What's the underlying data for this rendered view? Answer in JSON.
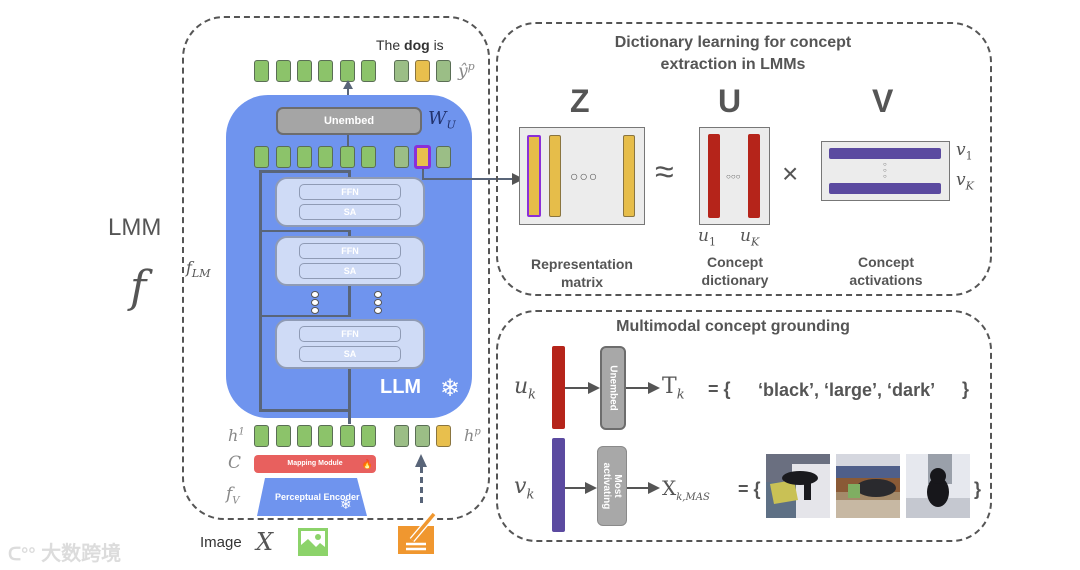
{
  "figure": {
    "left_panel": {
      "lmm_label": "LMM",
      "f_symbol": "f",
      "f_llm_label": "f",
      "f_llm_sub": "LM",
      "output_text_prefix": "The",
      "output_text_bold": "dog",
      "output_text_suffix": "is",
      "y_hat_label": "ŷ",
      "y_hat_sup": "p",
      "unembed_label": "Unembed",
      "wu_label": "W",
      "wu_sub": "U",
      "blocks": [
        {
          "ffn": "FFN",
          "sa": "SA"
        },
        {
          "ffn": "FFN",
          "sa": "SA"
        },
        {
          "ffn": "FFN",
          "sa": "SA"
        }
      ],
      "llm_label": "LLM",
      "snowflake_icon": "❄",
      "h1_label": "h",
      "h1_sup": "1",
      "hp_label": "h",
      "hp_sup": "p",
      "c_label": "C",
      "mapping_module_label": "Mapping Module",
      "fire_icon": "🔥",
      "fv_label": "f",
      "fv_sub": "V",
      "perceptual_encoder_label": "Perceptual Encoder",
      "image_label": "Image",
      "x_label": "X"
    },
    "dictionary_panel": {
      "title_line1": "Dictionary learning for concept",
      "title_line2": "extraction in LMMs",
      "z_label": "Z",
      "u_label": "U",
      "v_label": "V",
      "approx_symbol": "≈",
      "times_symbol": "×",
      "u1_label": "u",
      "u1_sub": "1",
      "uk_label": "u",
      "uk_sub": "K",
      "v1_label": "v",
      "v1_sub": "1",
      "vk_label": "v",
      "vk_sub": "K",
      "rep_matrix_line1": "Representation",
      "rep_matrix_line2": "matrix",
      "concept_dict_line1": "Concept",
      "concept_dict_line2": "dictionary",
      "concept_act_line1": "Concept",
      "concept_act_line2": "activations"
    },
    "grounding_panel": {
      "title": "Multimodal concept grounding",
      "uk_label": "u",
      "uk_sub": "k",
      "vk_label": "v",
      "vk_sub": "k",
      "unembed_label": "Unembed",
      "most_activating_line1": "Most",
      "most_activating_line2": "activating",
      "tk_label": "T",
      "tk_sub": "k",
      "tk_eq": "= {",
      "words": "‘black’, ‘large’, ‘dark’",
      "close_brace": "}",
      "xk_label": "X",
      "xk_sub": "k,MAS",
      "xk_eq": "= {",
      "images": [
        "dog-on-blanket",
        "dog-under-bed",
        "dog-sitting-in-kitchen"
      ]
    },
    "watermark": "大数跨境"
  }
}
